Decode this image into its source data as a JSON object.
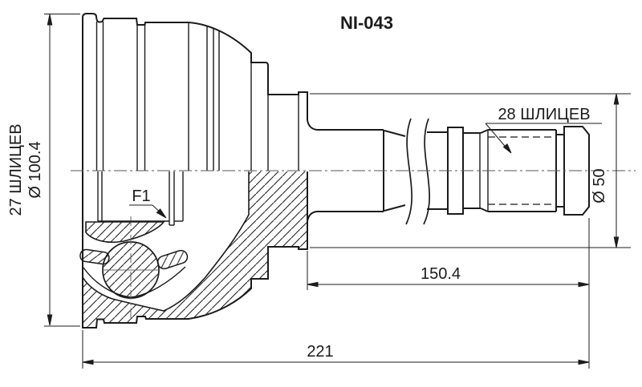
{
  "drawing": {
    "part_number": "NI-043",
    "labels": {
      "outer_splines": "27 ШЛИЦЕВ",
      "outer_diameter": "Ø 100.4",
      "shaft_splines": "28 ШЛИЦЕВ",
      "shaft_diameter": "Ø 50",
      "groove_code": "F1"
    },
    "dimensions": {
      "spline_to_end_length": "150.4",
      "total_length": "221"
    },
    "colors": {
      "line": "#1b1b1b",
      "background": "#ffffff"
    }
  }
}
